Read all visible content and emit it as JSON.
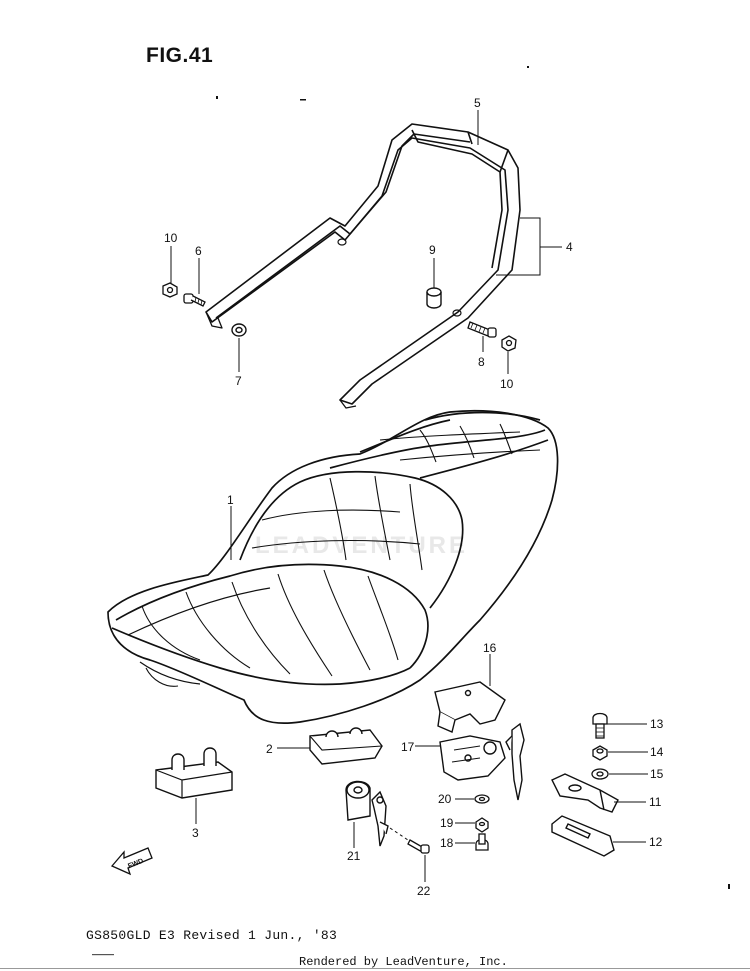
{
  "figure": {
    "title": "FIG.41"
  },
  "callouts": [
    {
      "id": "1",
      "label": "1"
    },
    {
      "id": "2",
      "label": "2"
    },
    {
      "id": "3",
      "label": "3"
    },
    {
      "id": "4",
      "label": "4"
    },
    {
      "id": "5",
      "label": "5"
    },
    {
      "id": "6",
      "label": "6"
    },
    {
      "id": "7",
      "label": "7"
    },
    {
      "id": "8",
      "label": "8"
    },
    {
      "id": "9",
      "label": "9"
    },
    {
      "id": "10a",
      "label": "10"
    },
    {
      "id": "10b",
      "label": "10"
    },
    {
      "id": "11",
      "label": "11"
    },
    {
      "id": "12",
      "label": "12"
    },
    {
      "id": "13",
      "label": "13"
    },
    {
      "id": "14",
      "label": "14"
    },
    {
      "id": "15",
      "label": "15"
    },
    {
      "id": "16",
      "label": "16"
    },
    {
      "id": "17",
      "label": "17"
    },
    {
      "id": "18",
      "label": "18"
    },
    {
      "id": "19",
      "label": "19"
    },
    {
      "id": "20",
      "label": "20"
    },
    {
      "id": "21",
      "label": "21"
    },
    {
      "id": "22",
      "label": "22"
    }
  ],
  "fwd_arrow": {
    "label": "FWD"
  },
  "watermark": {
    "label": "LEADVENTURE"
  },
  "footer": {
    "model": "GS850GLD E3  Revised 1 Jun., '83",
    "rendered_by": "Rendered by LeadVenture, Inc."
  }
}
